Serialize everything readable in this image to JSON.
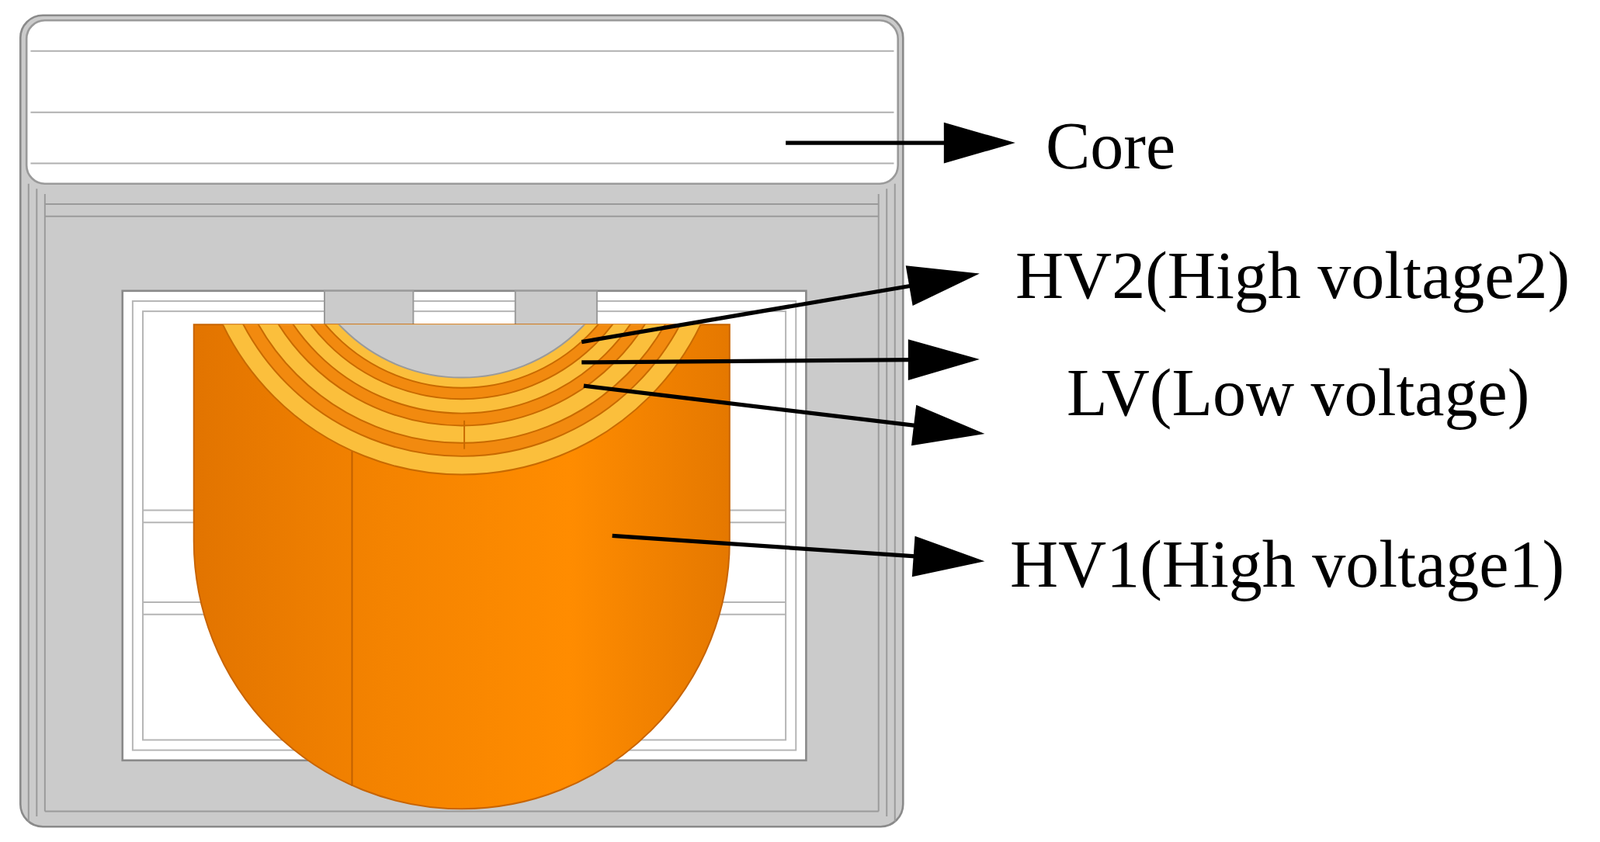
{
  "diagram": {
    "labels": [
      "Core",
      "HV2(High voltage2)",
      "LV(Low voltage)",
      "HV1(High voltage1)"
    ]
  }
}
